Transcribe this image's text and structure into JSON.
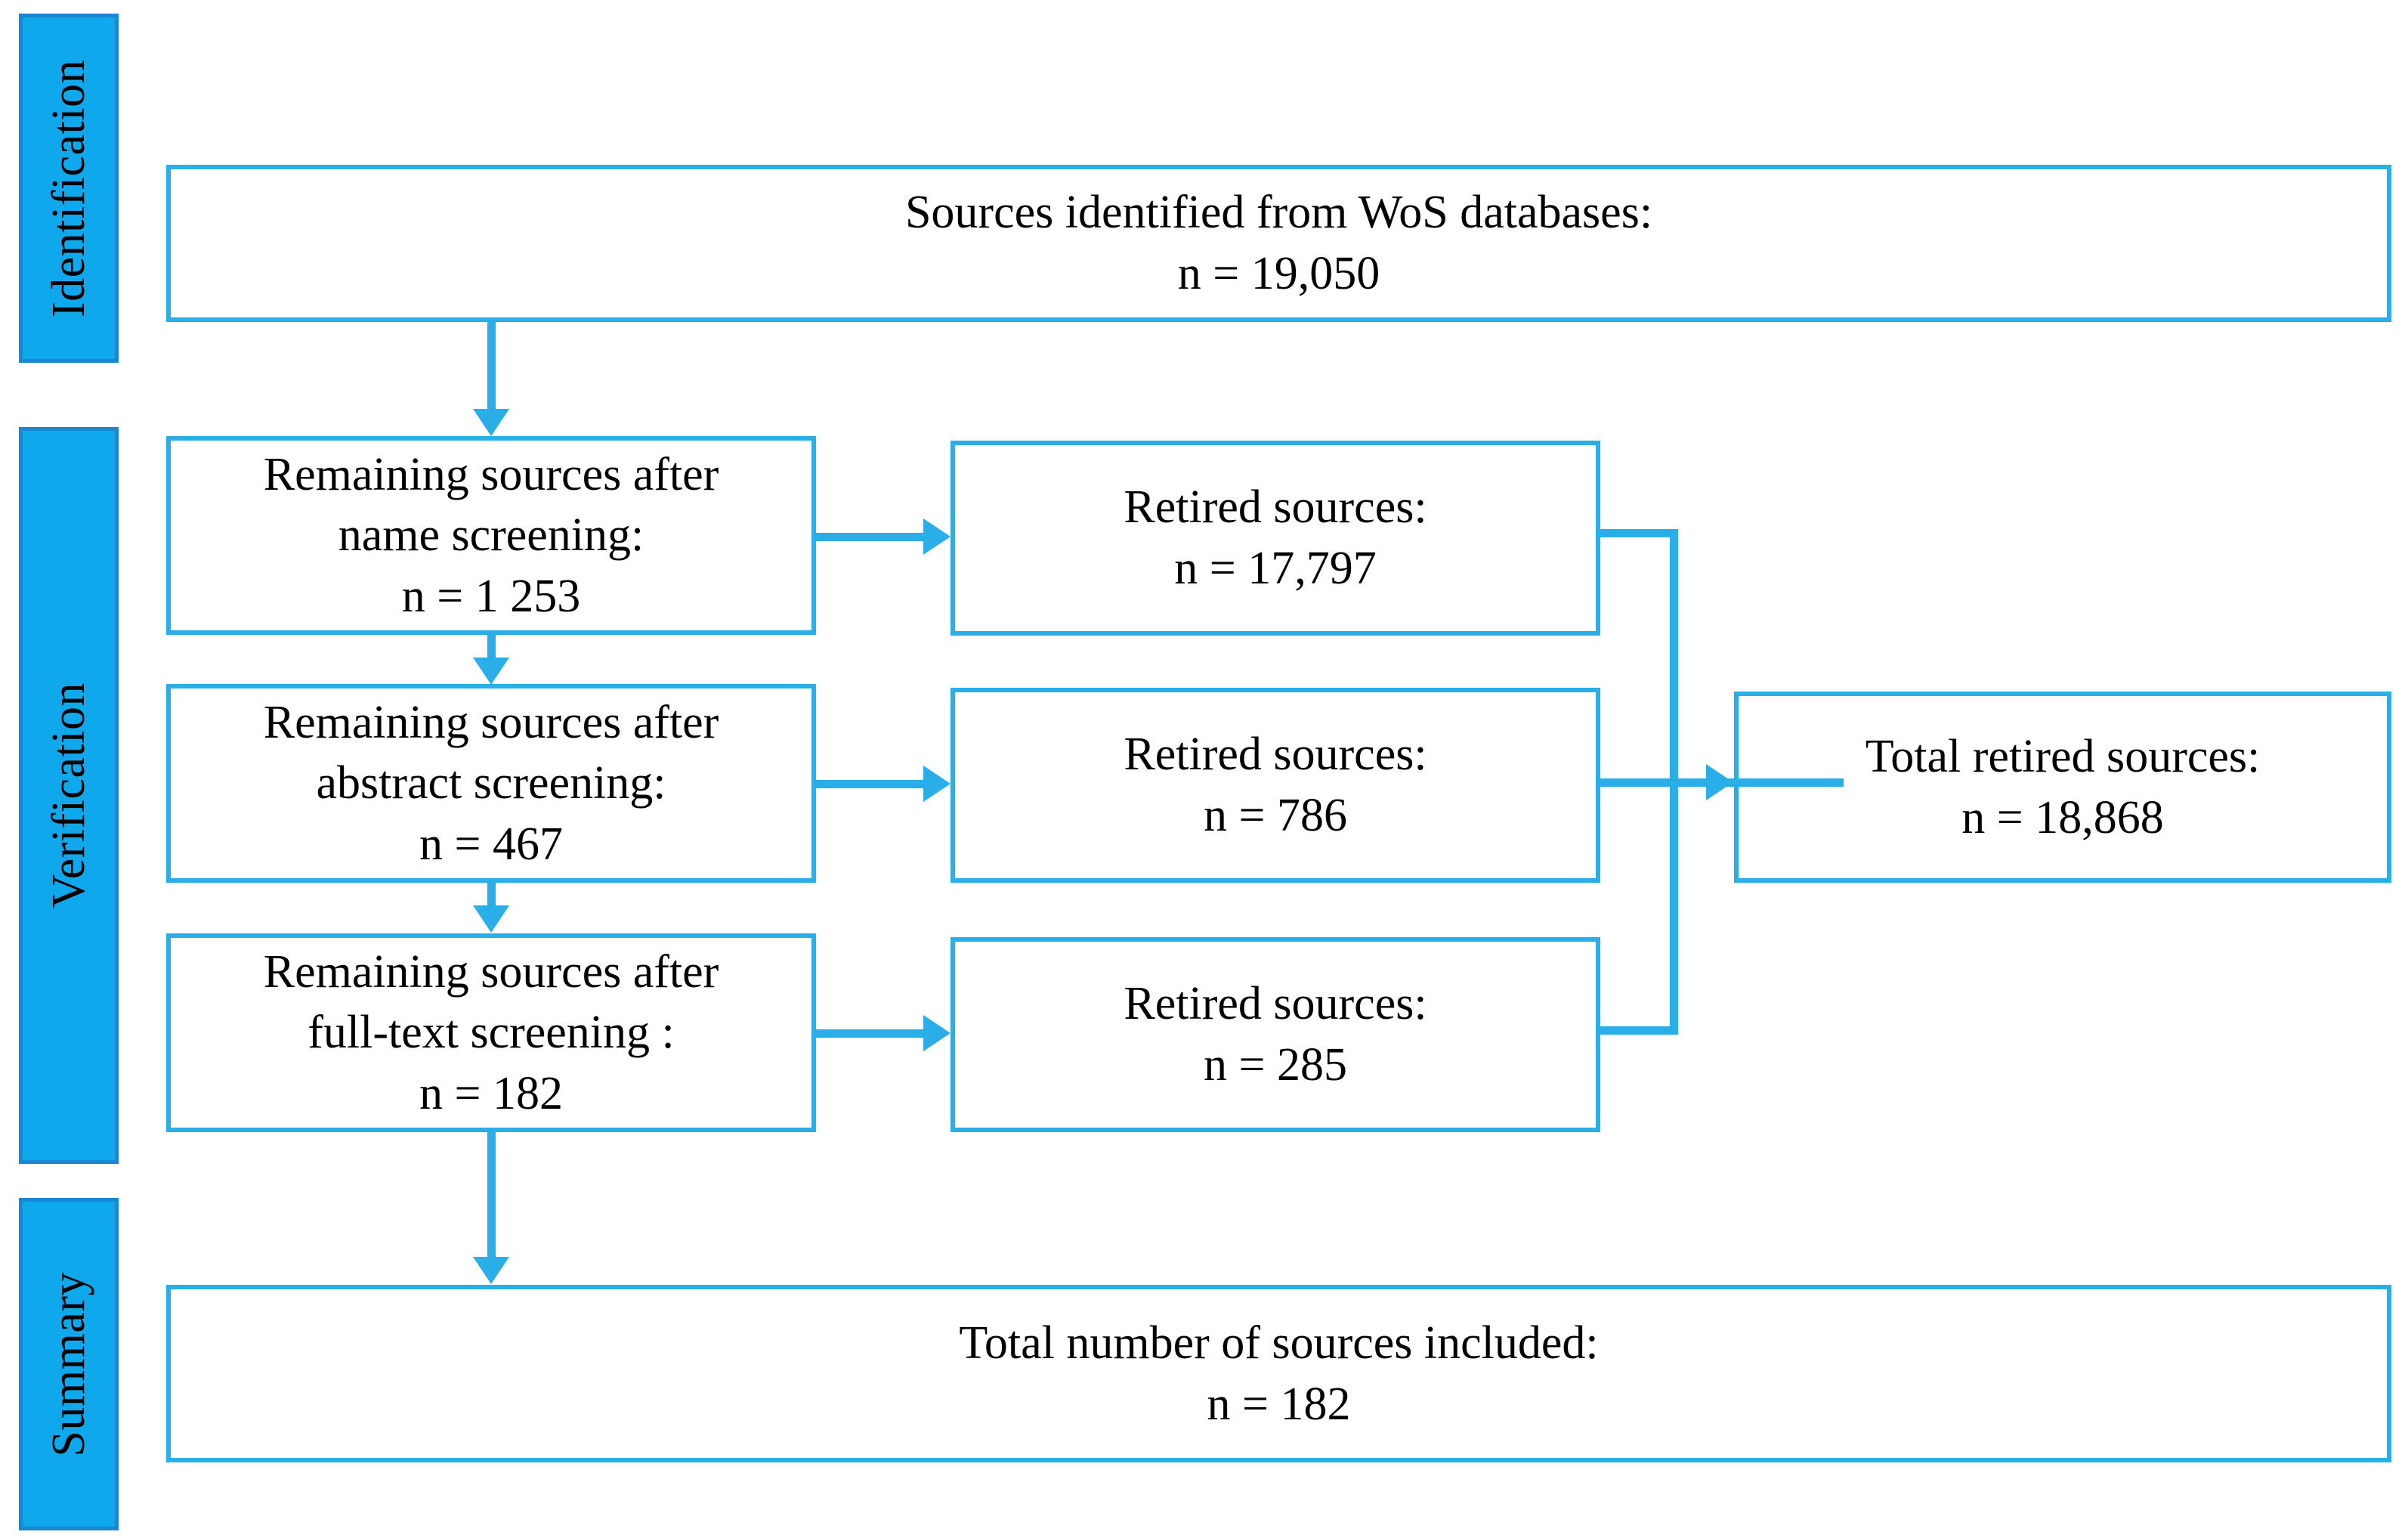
{
  "diagram": {
    "type": "prisma-flow-diagram",
    "accent_color": "#2AAEE8",
    "stage_bar_fill": "#0FA8EC",
    "stage_bar_border": "#1C87D0",
    "text_color": "#000000",
    "background": "#ffffff"
  },
  "stages": [
    {
      "id": "identification",
      "label": "Identification"
    },
    {
      "id": "verification",
      "label": "Verification"
    },
    {
      "id": "summary",
      "label": "Summary"
    }
  ],
  "nodes": {
    "identified": {
      "title": "Sources identified from WoS databases:",
      "count_label": "n = 19,050",
      "count": 19050
    },
    "after_name_screening": {
      "title_line1": "Remaining sources after",
      "title_line2": "name screening:",
      "count_label": "n = 1 253",
      "count": 1253
    },
    "after_abstract_screening": {
      "title_line1": "Remaining sources after",
      "title_line2": "abstract screening:",
      "count_label": "n = 467",
      "count": 467
    },
    "after_fulltext_screening": {
      "title_line1": "Remaining sources after",
      "title_line2": "full-text screening :",
      "count_label": "n = 182",
      "count": 182
    },
    "retired_name": {
      "title": "Retired sources:",
      "count_label": "n = 17,797",
      "count": 17797
    },
    "retired_abstract": {
      "title": "Retired sources:",
      "count_label": "n = 786",
      "count": 786
    },
    "retired_fulltext": {
      "title": "Retired sources:",
      "count_label": "n = 285",
      "count": 285
    },
    "total_retired": {
      "title": "Total retired sources:",
      "count_label": "n = 18,868",
      "count": 18868
    },
    "total_included": {
      "title": "Total number of sources included:",
      "count_label": "n = 182",
      "count": 182
    }
  },
  "chart_data": {
    "type": "diagram",
    "title": "PRISMA source selection flow",
    "nodes": [
      {
        "id": "identified",
        "stage": "Identification",
        "label": "Sources identified from WoS databases",
        "n": 19050
      },
      {
        "id": "after_name_screening",
        "stage": "Verification",
        "label": "Remaining sources after name screening",
        "n": 1253
      },
      {
        "id": "retired_name",
        "stage": "Verification",
        "label": "Retired sources",
        "n": 17797
      },
      {
        "id": "after_abstract_screening",
        "stage": "Verification",
        "label": "Remaining sources after abstract screening",
        "n": 467
      },
      {
        "id": "retired_abstract",
        "stage": "Verification",
        "label": "Retired sources",
        "n": 786
      },
      {
        "id": "after_fulltext_screening",
        "stage": "Verification",
        "label": "Remaining sources after full-text screening",
        "n": 182
      },
      {
        "id": "retired_fulltext",
        "stage": "Verification",
        "label": "Retired sources",
        "n": 285
      },
      {
        "id": "total_retired",
        "stage": "Verification",
        "label": "Total retired sources",
        "n": 18868
      },
      {
        "id": "total_included",
        "stage": "Summary",
        "label": "Total number of sources included",
        "n": 182
      }
    ],
    "edges": [
      {
        "from": "identified",
        "to": "after_name_screening",
        "direction": "down"
      },
      {
        "from": "after_name_screening",
        "to": "retired_name",
        "direction": "right"
      },
      {
        "from": "after_name_screening",
        "to": "after_abstract_screening",
        "direction": "down"
      },
      {
        "from": "after_abstract_screening",
        "to": "retired_abstract",
        "direction": "right"
      },
      {
        "from": "after_abstract_screening",
        "to": "after_fulltext_screening",
        "direction": "down"
      },
      {
        "from": "after_fulltext_screening",
        "to": "retired_fulltext",
        "direction": "right"
      },
      {
        "from": "after_fulltext_screening",
        "to": "total_included",
        "direction": "down"
      },
      {
        "from": "retired_name",
        "to": "total_retired",
        "direction": "right"
      },
      {
        "from": "retired_abstract",
        "to": "total_retired",
        "direction": "right"
      },
      {
        "from": "retired_fulltext",
        "to": "total_retired",
        "direction": "right"
      }
    ]
  }
}
